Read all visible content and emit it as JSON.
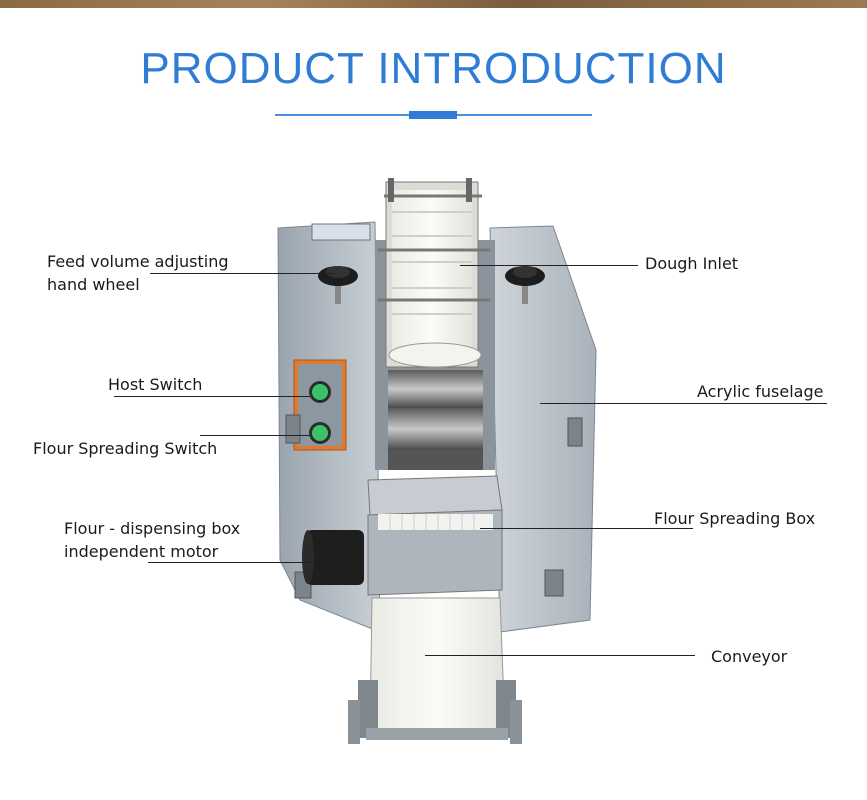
{
  "header": {
    "title": "PRODUCT INTRODUCTION"
  },
  "callouts": {
    "feed_wheel_line1": "Feed volume adjusting",
    "feed_wheel_line2": "hand wheel",
    "host_switch": "Host Switch",
    "flour_spreading_switch": "Flour Spreading Switch",
    "motor_line1": "Flour - dispensing box",
    "motor_line2": "independent motor",
    "dough_inlet": "Dough Inlet",
    "acrylic_fuselage": "Acrylic fuselage",
    "flour_spreading_box": "Flour Spreading Box",
    "conveyor": "Conveyor"
  },
  "colors": {
    "title_blue": "#2f7cd4",
    "machine_body": "#b8c0c8",
    "switch_green": "#3cc36a",
    "switch_panel": "#e07a2c"
  }
}
